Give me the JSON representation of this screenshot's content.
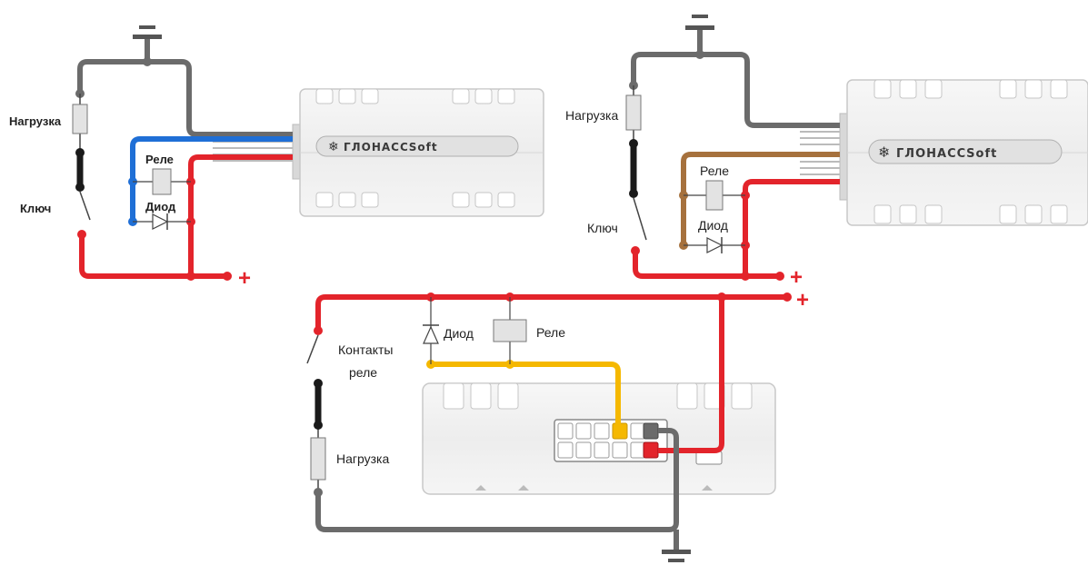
{
  "colors": {
    "ground": "#6b6b6b",
    "power": "#e3242b",
    "blue": "#1f6fd6",
    "brown": "#a6713d",
    "yellow": "#f5b800",
    "load": "#1a1a1a",
    "component": "#e3e3e3"
  },
  "icons": {
    "ground": "ground-icon",
    "plus": "plus-icon",
    "logo": "snowflake-logo-icon"
  },
  "diagram1": {
    "load_label": "Нагрузка",
    "key_label": "Ключ",
    "relay_label": "Реле",
    "diode_label": "Диод",
    "plus_sign": "+",
    "device_logo": "ГЛОНАССSoft"
  },
  "diagram2": {
    "load_label": "Нагрузка",
    "key_label": "Ключ",
    "relay_label": "Реле",
    "diode_label": "Диод",
    "plus_sign": "+",
    "device_logo": "ГЛОНАССSoft"
  },
  "diagram3": {
    "diode_label": "Диод",
    "relay_label": "Реле",
    "contacts_label_line1": "Контакты",
    "contacts_label_line2": "реле",
    "load_label": "Нагрузка",
    "plus_sign": "+"
  }
}
